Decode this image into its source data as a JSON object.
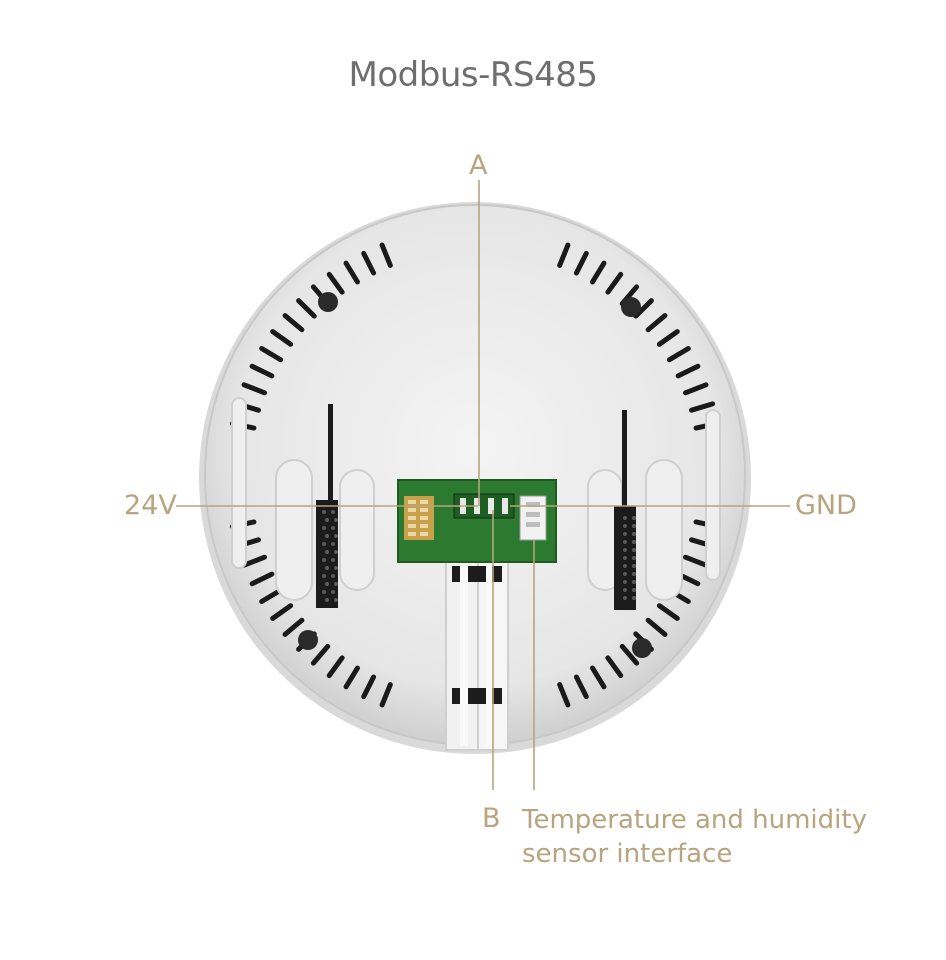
{
  "title": "Modbus-RS485",
  "labels": {
    "a": "A",
    "b": "B",
    "power": "24V",
    "ground": "GND",
    "sensor_line1": "Temperature and humidity",
    "sensor_line2": "sensor interface"
  },
  "colors": {
    "callout": "#b8a47e",
    "device_body": "#e9e9e9",
    "pcb": "#2e7d32",
    "title": "#6e6e6e"
  }
}
